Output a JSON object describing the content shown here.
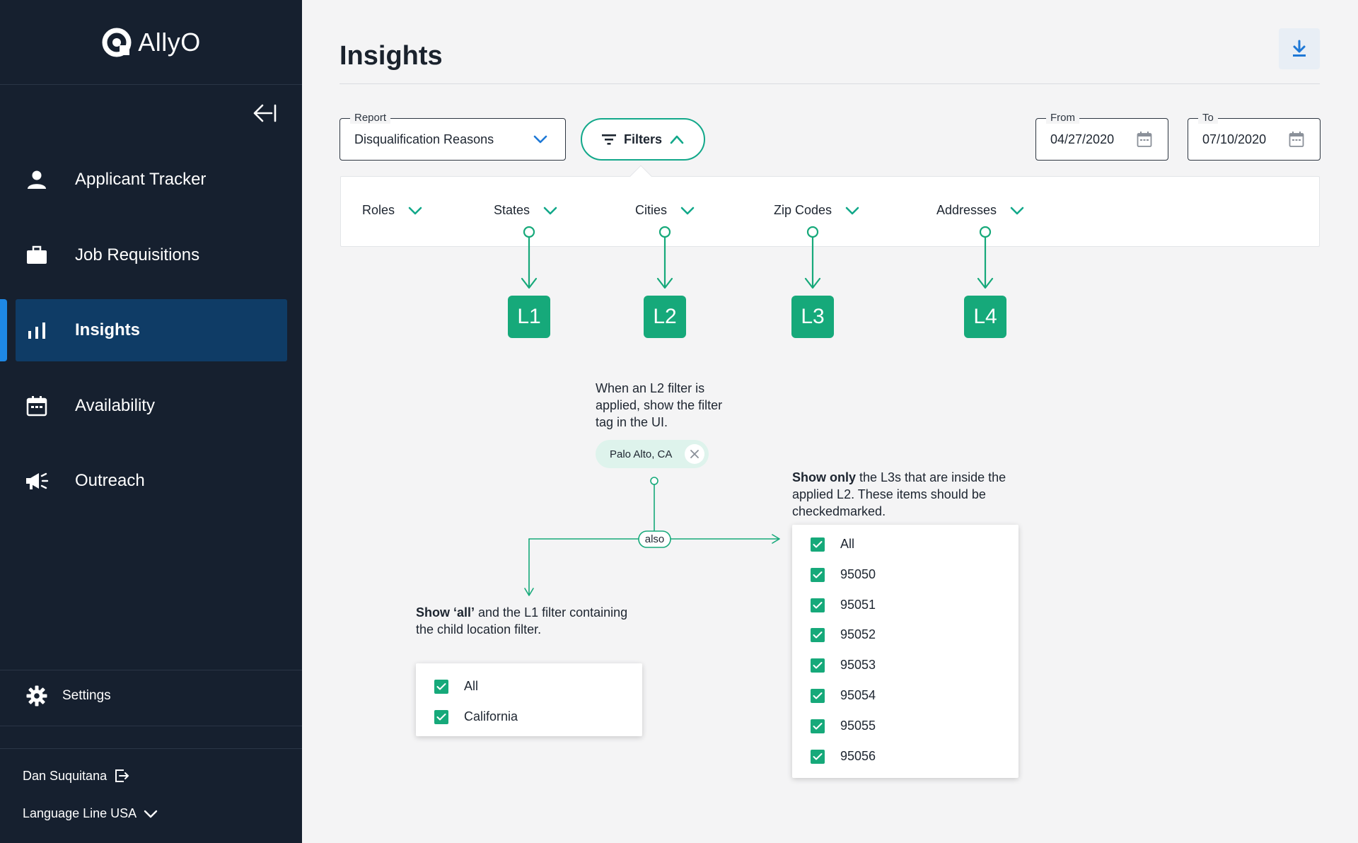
{
  "brand": {
    "name": "AllyO",
    "accent": "#16a97a",
    "sidebar_bg": "#16202f",
    "active_bg": "#0f3c66",
    "indicator": "#1e88e5"
  },
  "sidebar": {
    "collapse_icon": "collapse-left-icon",
    "items": [
      {
        "label": "Applicant Tracker",
        "icon": "person-icon"
      },
      {
        "label": "Job Requisitions",
        "icon": "briefcase-icon"
      },
      {
        "label": "Insights",
        "icon": "bar-chart-icon",
        "active": true
      },
      {
        "label": "Availability",
        "icon": "calendar-icon"
      },
      {
        "label": "Outreach",
        "icon": "megaphone-icon"
      }
    ],
    "settings_label": "Settings",
    "user_name": "Dan Suquitana",
    "language": "Language Line USA"
  },
  "header": {
    "title": "Insights",
    "download_icon": "download-icon"
  },
  "toolbar": {
    "report_legend": "Report",
    "report_value": "Disqualification Reasons",
    "filters_label": "Filters",
    "from_legend": "From",
    "from_value": "04/27/2020",
    "to_legend": "To",
    "to_value": "07/10/2020"
  },
  "filters": [
    "Roles",
    "States",
    "Cities",
    "Zip Codes",
    "Addresses"
  ],
  "annotations": {
    "levels": [
      "L1",
      "L2",
      "L3",
      "L4"
    ],
    "l2_note": [
      "When an L2 filter is",
      "applied, show the filter",
      "tag in the UI."
    ],
    "chip_label": "Palo Alto, CA",
    "also_label": "also",
    "left_note_bold": "Show ‘all’",
    "left_note_rest": " and the L1 filter containing",
    "left_note_line2": "the child location filter.",
    "right_note_bold": "Show only",
    "right_note_rest": " the L3s that are inside the",
    "right_note_line2": "applied L2. These items should be",
    "right_note_line3": "checkedmarked.",
    "left_list": [
      "All",
      "California"
    ],
    "right_list": [
      "All",
      "95050",
      "95051",
      "95052",
      "95053",
      "95054",
      "95055",
      "95056"
    ]
  }
}
